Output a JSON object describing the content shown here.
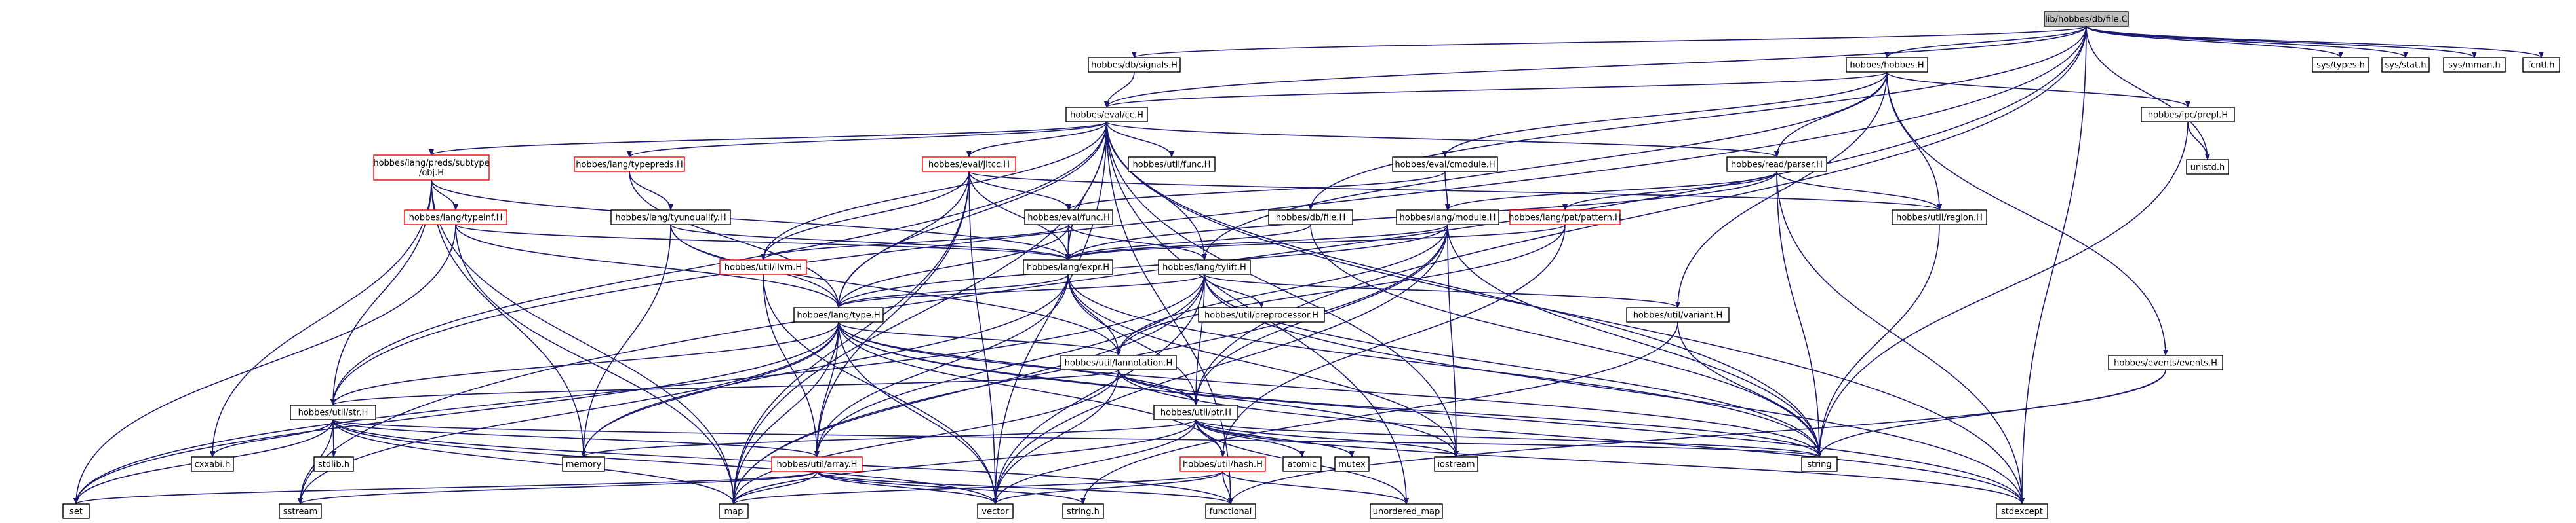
{
  "graph": {
    "title": "lib/hobbes/db/file.C",
    "colors": {
      "edge": "#191970",
      "root_fill": "#bfbfbf",
      "truncated_border": "#ff0000",
      "leaf_border": "#bfbfbf",
      "node_border": "#000000"
    },
    "nodes": [
      {
        "id": "root",
        "label": "lib/hobbes/db/file.C",
        "kind": "root"
      },
      {
        "id": "signals",
        "label": "hobbes/db/signals.H",
        "kind": "normal"
      },
      {
        "id": "hobbesH",
        "label": "hobbes/hobbes.H",
        "kind": "normal"
      },
      {
        "id": "evalcc",
        "label": "hobbes/eval/cc.H",
        "kind": "normal"
      },
      {
        "id": "prepl",
        "label": "hobbes/ipc/prepl.H",
        "kind": "normal"
      },
      {
        "id": "unistd",
        "label": "unistd.h",
        "kind": "leaf"
      },
      {
        "id": "systypes",
        "label": "sys/types.h",
        "kind": "leaf"
      },
      {
        "id": "sysstat",
        "label": "sys/stat.h",
        "kind": "leaf"
      },
      {
        "id": "sysmman",
        "label": "sys/mman.h",
        "kind": "leaf"
      },
      {
        "id": "fcntl",
        "label": "fcntl.h",
        "kind": "leaf"
      },
      {
        "id": "subtype",
        "label": [
          "hobbes/lang/preds/subtype",
          "/obj.H"
        ],
        "kind": "red"
      },
      {
        "id": "typepreds",
        "label": "hobbes/lang/typepreds.H",
        "kind": "red"
      },
      {
        "id": "jitcc",
        "label": "hobbes/eval/jitcc.H",
        "kind": "red"
      },
      {
        "id": "utilfunc",
        "label": "hobbes/util/func.H",
        "kind": "normal"
      },
      {
        "id": "cmodule",
        "label": "hobbes/eval/cmodule.H",
        "kind": "normal"
      },
      {
        "id": "parser",
        "label": "hobbes/read/parser.H",
        "kind": "normal"
      },
      {
        "id": "typeinf",
        "label": "hobbes/lang/typeinf.H",
        "kind": "red"
      },
      {
        "id": "tyunqualify",
        "label": "hobbes/lang/tyunqualify.H",
        "kind": "normal"
      },
      {
        "id": "evalfunc",
        "label": "hobbes/eval/func.H",
        "kind": "normal"
      },
      {
        "id": "dbfileH",
        "label": "hobbes/db/file.H",
        "kind": "normal"
      },
      {
        "id": "module",
        "label": "hobbes/lang/module.H",
        "kind": "normal"
      },
      {
        "id": "patpattern",
        "label": "hobbes/lang/pat/pattern.H",
        "kind": "red"
      },
      {
        "id": "region",
        "label": "hobbes/util/region.H",
        "kind": "normal"
      },
      {
        "id": "llvm",
        "label": "hobbes/util/llvm.H",
        "kind": "red"
      },
      {
        "id": "expr",
        "label": "hobbes/lang/expr.H",
        "kind": "normal"
      },
      {
        "id": "tylift",
        "label": "hobbes/lang/tylift.H",
        "kind": "normal"
      },
      {
        "id": "preproc",
        "label": "hobbes/util/preprocessor.H",
        "kind": "normal"
      },
      {
        "id": "type",
        "label": "hobbes/lang/type.H",
        "kind": "normal"
      },
      {
        "id": "variant",
        "label": "hobbes/util/variant.H",
        "kind": "normal"
      },
      {
        "id": "events",
        "label": "hobbes/events/events.H",
        "kind": "normal"
      },
      {
        "id": "lannotation",
        "label": "hobbes/util/lannotation.H",
        "kind": "normal"
      },
      {
        "id": "str",
        "label": "hobbes/util/str.H",
        "kind": "normal"
      },
      {
        "id": "ptr",
        "label": "hobbes/util/ptr.H",
        "kind": "normal"
      },
      {
        "id": "array",
        "label": "hobbes/util/array.H",
        "kind": "red"
      },
      {
        "id": "hash",
        "label": "hobbes/util/hash.H",
        "kind": "red"
      },
      {
        "id": "cxxabi",
        "label": "cxxabi.h",
        "kind": "leaf"
      },
      {
        "id": "stdlib",
        "label": "stdlib.h",
        "kind": "leaf"
      },
      {
        "id": "memory",
        "label": "memory",
        "kind": "leaf"
      },
      {
        "id": "atomic",
        "label": "atomic",
        "kind": "leaf"
      },
      {
        "id": "mutex",
        "label": "mutex",
        "kind": "leaf"
      },
      {
        "id": "iostream",
        "label": "iostream",
        "kind": "leaf"
      },
      {
        "id": "string",
        "label": "string",
        "kind": "leaf"
      },
      {
        "id": "set",
        "label": "set",
        "kind": "leaf"
      },
      {
        "id": "sstream",
        "label": "sstream",
        "kind": "leaf"
      },
      {
        "id": "map",
        "label": "map",
        "kind": "leaf"
      },
      {
        "id": "vector",
        "label": "vector",
        "kind": "leaf"
      },
      {
        "id": "stringh",
        "label": "string.h",
        "kind": "leaf"
      },
      {
        "id": "functional",
        "label": "functional",
        "kind": "leaf"
      },
      {
        "id": "unordered_map",
        "label": "unordered_map",
        "kind": "leaf"
      },
      {
        "id": "stdexcept",
        "label": "stdexcept",
        "kind": "leaf"
      }
    ],
    "edges": [
      [
        "root",
        "signals"
      ],
      [
        "root",
        "hobbesH"
      ],
      [
        "root",
        "evalcc"
      ],
      [
        "root",
        "systypes"
      ],
      [
        "root",
        "sysstat"
      ],
      [
        "root",
        "sysmman"
      ],
      [
        "root",
        "fcntl"
      ],
      [
        "root",
        "unistd"
      ],
      [
        "root",
        "dbfileH"
      ],
      [
        "root",
        "str"
      ],
      [
        "root",
        "ptr"
      ],
      [
        "root",
        "sstream"
      ],
      [
        "root",
        "stdexcept"
      ],
      [
        "signals",
        "evalcc"
      ],
      [
        "hobbesH",
        "evalcc"
      ],
      [
        "hobbesH",
        "prepl"
      ],
      [
        "hobbesH",
        "cmodule"
      ],
      [
        "hobbesH",
        "parser"
      ],
      [
        "hobbesH",
        "region"
      ],
      [
        "hobbesH",
        "events"
      ],
      [
        "hobbesH",
        "tylift"
      ],
      [
        "hobbesH",
        "variant"
      ],
      [
        "prepl",
        "unistd"
      ],
      [
        "prepl",
        "string"
      ],
      [
        "evalcc",
        "subtype"
      ],
      [
        "evalcc",
        "typepreds"
      ],
      [
        "evalcc",
        "jitcc"
      ],
      [
        "evalcc",
        "utilfunc"
      ],
      [
        "evalcc",
        "parser"
      ],
      [
        "evalcc",
        "expr"
      ],
      [
        "evalcc",
        "type"
      ],
      [
        "evalcc",
        "tylift"
      ],
      [
        "evalcc",
        "llvm"
      ],
      [
        "evalcc",
        "str"
      ],
      [
        "evalcc",
        "iostream"
      ],
      [
        "evalcc",
        "string"
      ],
      [
        "evalcc",
        "map"
      ],
      [
        "evalcc",
        "vector"
      ],
      [
        "evalcc",
        "stdexcept"
      ],
      [
        "evalcc",
        "functional"
      ],
      [
        "evalcc",
        "unordered_map"
      ],
      [
        "subtype",
        "typeinf"
      ],
      [
        "subtype",
        "str"
      ],
      [
        "subtype",
        "cxxabi"
      ],
      [
        "subtype",
        "memory"
      ],
      [
        "subtype",
        "map"
      ],
      [
        "subtype",
        "expr"
      ],
      [
        "typepreds",
        "tyunqualify"
      ],
      [
        "typepreds",
        "type"
      ],
      [
        "jitcc",
        "evalfunc"
      ],
      [
        "jitcc",
        "expr"
      ],
      [
        "jitcc",
        "type"
      ],
      [
        "jitcc",
        "llvm"
      ],
      [
        "jitcc",
        "array"
      ],
      [
        "jitcc",
        "map"
      ],
      [
        "jitcc",
        "vector"
      ],
      [
        "jitcc",
        "region"
      ],
      [
        "cmodule",
        "module"
      ],
      [
        "cmodule",
        "evalfunc"
      ],
      [
        "parser",
        "module"
      ],
      [
        "parser",
        "patpattern"
      ],
      [
        "parser",
        "region"
      ],
      [
        "parser",
        "expr"
      ],
      [
        "parser",
        "string"
      ],
      [
        "parser",
        "stdexcept"
      ],
      [
        "typeinf",
        "expr"
      ],
      [
        "typeinf",
        "type"
      ],
      [
        "typeinf",
        "set"
      ],
      [
        "typeinf",
        "map"
      ],
      [
        "tyunqualify",
        "expr"
      ],
      [
        "tyunqualify",
        "type"
      ],
      [
        "tyunqualify",
        "memory"
      ],
      [
        "tyunqualify",
        "lannotation"
      ],
      [
        "evalfunc",
        "expr"
      ],
      [
        "evalfunc",
        "type"
      ],
      [
        "evalfunc",
        "llvm"
      ],
      [
        "evalfunc",
        "tylift"
      ],
      [
        "dbfileH",
        "expr"
      ],
      [
        "dbfileH",
        "string"
      ],
      [
        "module",
        "expr"
      ],
      [
        "module",
        "type"
      ],
      [
        "module",
        "lannotation"
      ],
      [
        "module",
        "ptr"
      ],
      [
        "module",
        "vector"
      ],
      [
        "module",
        "iostream"
      ],
      [
        "module",
        "string"
      ],
      [
        "module",
        "map"
      ],
      [
        "patpattern",
        "expr"
      ],
      [
        "patpattern",
        "lannotation"
      ],
      [
        "patpattern",
        "hash"
      ],
      [
        "region",
        "string"
      ],
      [
        "llvm",
        "array"
      ],
      [
        "llvm",
        "vector"
      ],
      [
        "expr",
        "type"
      ],
      [
        "expr",
        "lannotation"
      ],
      [
        "expr",
        "ptr"
      ],
      [
        "expr",
        "array"
      ],
      [
        "expr",
        "string"
      ],
      [
        "expr",
        "iostream"
      ],
      [
        "expr",
        "memory"
      ],
      [
        "tylift",
        "type"
      ],
      [
        "tylift",
        "preproc"
      ],
      [
        "tylift",
        "variant"
      ],
      [
        "tylift",
        "array"
      ],
      [
        "tylift",
        "ptr"
      ],
      [
        "tylift",
        "string"
      ],
      [
        "tylift",
        "stdexcept"
      ],
      [
        "tylift",
        "map"
      ],
      [
        "tylift",
        "set"
      ],
      [
        "tylift",
        "vector"
      ],
      [
        "type",
        "str"
      ],
      [
        "type",
        "lannotation"
      ],
      [
        "type",
        "ptr"
      ],
      [
        "type",
        "array"
      ],
      [
        "type",
        "hash"
      ],
      [
        "type",
        "memory"
      ],
      [
        "type",
        "map"
      ],
      [
        "type",
        "set"
      ],
      [
        "type",
        "vector"
      ],
      [
        "type",
        "string"
      ],
      [
        "type",
        "iostream"
      ],
      [
        "type",
        "stdexcept"
      ],
      [
        "type",
        "sstream"
      ],
      [
        "variant",
        "stringh"
      ],
      [
        "variant",
        "string"
      ],
      [
        "events",
        "functional"
      ],
      [
        "events",
        "string"
      ],
      [
        "lannotation",
        "str"
      ],
      [
        "lannotation",
        "ptr"
      ],
      [
        "lannotation",
        "string"
      ],
      [
        "lannotation",
        "stdexcept"
      ],
      [
        "lannotation",
        "map"
      ],
      [
        "lannotation",
        "vector"
      ],
      [
        "str",
        "cxxabi"
      ],
      [
        "str",
        "stdlib"
      ],
      [
        "str",
        "sstream"
      ],
      [
        "str",
        "set"
      ],
      [
        "str",
        "map"
      ],
      [
        "str",
        "vector"
      ],
      [
        "str",
        "array"
      ],
      [
        "str",
        "string"
      ],
      [
        "str",
        "functional"
      ],
      [
        "ptr",
        "memory"
      ],
      [
        "ptr",
        "atomic"
      ],
      [
        "ptr",
        "mutex"
      ],
      [
        "ptr",
        "iostream"
      ],
      [
        "ptr",
        "string"
      ],
      [
        "ptr",
        "hash"
      ],
      [
        "ptr",
        "map"
      ],
      [
        "ptr",
        "vector"
      ],
      [
        "ptr",
        "unordered_map"
      ],
      [
        "ptr",
        "stdexcept"
      ],
      [
        "array",
        "set"
      ],
      [
        "array",
        "map"
      ],
      [
        "array",
        "vector"
      ],
      [
        "array",
        "sstream"
      ],
      [
        "array",
        "stringh"
      ],
      [
        "array",
        "functional"
      ],
      [
        "hash",
        "functional"
      ],
      [
        "hash",
        "unordered_map"
      ],
      [
        "hash",
        "vector"
      ],
      [
        "hash",
        "map"
      ]
    ]
  }
}
